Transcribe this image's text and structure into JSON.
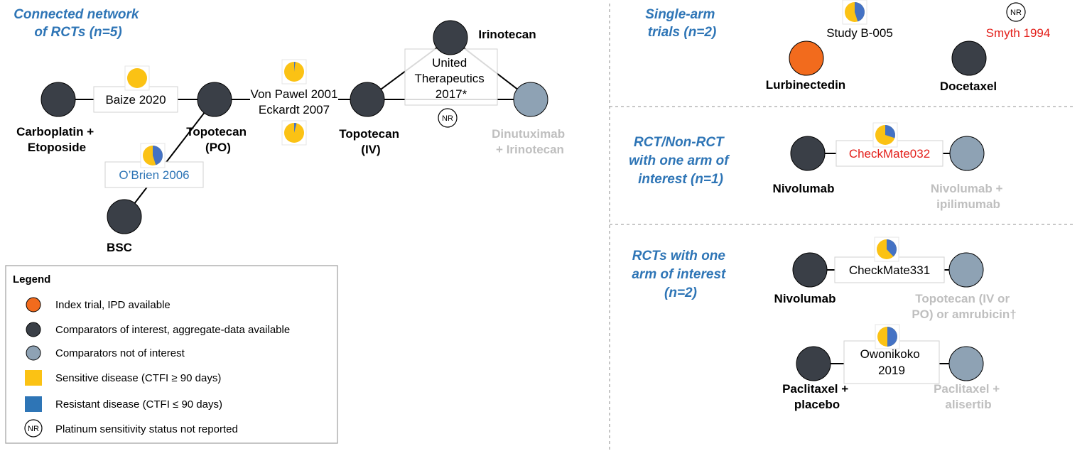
{
  "colors": {
    "index": "#f26b1d",
    "comparator": "#3a3f47",
    "not_of_interest": "#8ea2b4",
    "sensitive": "#fbc214",
    "resistant": "#4472c4",
    "section_title": "#2e75b6",
    "grey_label": "#bfbfbf",
    "red_label": "#e3201b"
  },
  "sections": {
    "connected": {
      "line1": "Connected network",
      "line2": "of RCTs (n=5)"
    },
    "single_arm": {
      "line1": "Single-arm",
      "line2": "trials  (n=2)"
    },
    "rct_nonrct": {
      "line1": "RCT/Non-RCT",
      "line2": "with one arm of",
      "line3": "interest (n=1)"
    },
    "rcts_one_arm": {
      "line1": "RCTs with one",
      "line2": "arm of interest",
      "line3": "(n=2)"
    }
  },
  "network": {
    "nodes": {
      "carboplatin": {
        "line1": "Carboplatin +",
        "line2": "Etoposide"
      },
      "topotecan_po": {
        "line1": "Topotecan",
        "line2": "(PO)"
      },
      "topotecan_iv": {
        "line1": "Topotecan",
        "line2": "(IV)"
      },
      "irinotecan": "Irinotecan",
      "dinutuximab": {
        "line1": "Dinutuximab",
        "line2": "+ Irinotecan"
      },
      "bsc": "BSC"
    },
    "studies": {
      "baize": "Baize 2020",
      "obrien": "O’Brien 2006",
      "vonpawel": "Von Pawel 2001",
      "eckardt": "Eckardt 2007",
      "united": {
        "line1": "United",
        "line2": "Therapeutics",
        "line3": "2017*"
      }
    }
  },
  "single_arm": {
    "study_b005": "Study B-005",
    "smyth": "Smyth 1994",
    "lurbinectedin": "Lurbinectedin",
    "docetaxel": "Docetaxel"
  },
  "rct_nonrct": {
    "study": "CheckMate032",
    "left": "Nivolumab",
    "right": {
      "line1": "Nivolumab +",
      "line2": "ipilimumab"
    }
  },
  "rcts_one_arm": {
    "checkmate331": {
      "study": "CheckMate331",
      "left": "Nivolumab",
      "right": {
        "line1": "Topotecan (IV or",
        "line2": "PO) or amrubicin†"
      }
    },
    "owonikoko": {
      "study": {
        "line1": "Owonikoko",
        "line2": "2019"
      },
      "left": {
        "line1": "Paclitaxel +",
        "line2": "placebo"
      },
      "right": {
        "line1": "Paclitaxel +",
        "line2": "alisertib"
      }
    }
  },
  "nr_text": "NR",
  "legend": {
    "title": "Legend",
    "items": [
      "Index trial, IPD available",
      "Comparators of interest, aggregate-data available",
      "Comparators not of interest",
      "Sensitive disease (CTFI ≥ 90 days)",
      "Resistant disease (CTFI ≤ 90 days)",
      "Platinum sensitivity status not reported"
    ]
  },
  "pies": {
    "baize": 0.0,
    "vonpawel": 0.02,
    "eckardt": 0.04,
    "obrien": 0.45,
    "study_b005": 0.45,
    "checkmate032": 0.3,
    "checkmate331": 0.38,
    "owonikoko": 0.5
  }
}
